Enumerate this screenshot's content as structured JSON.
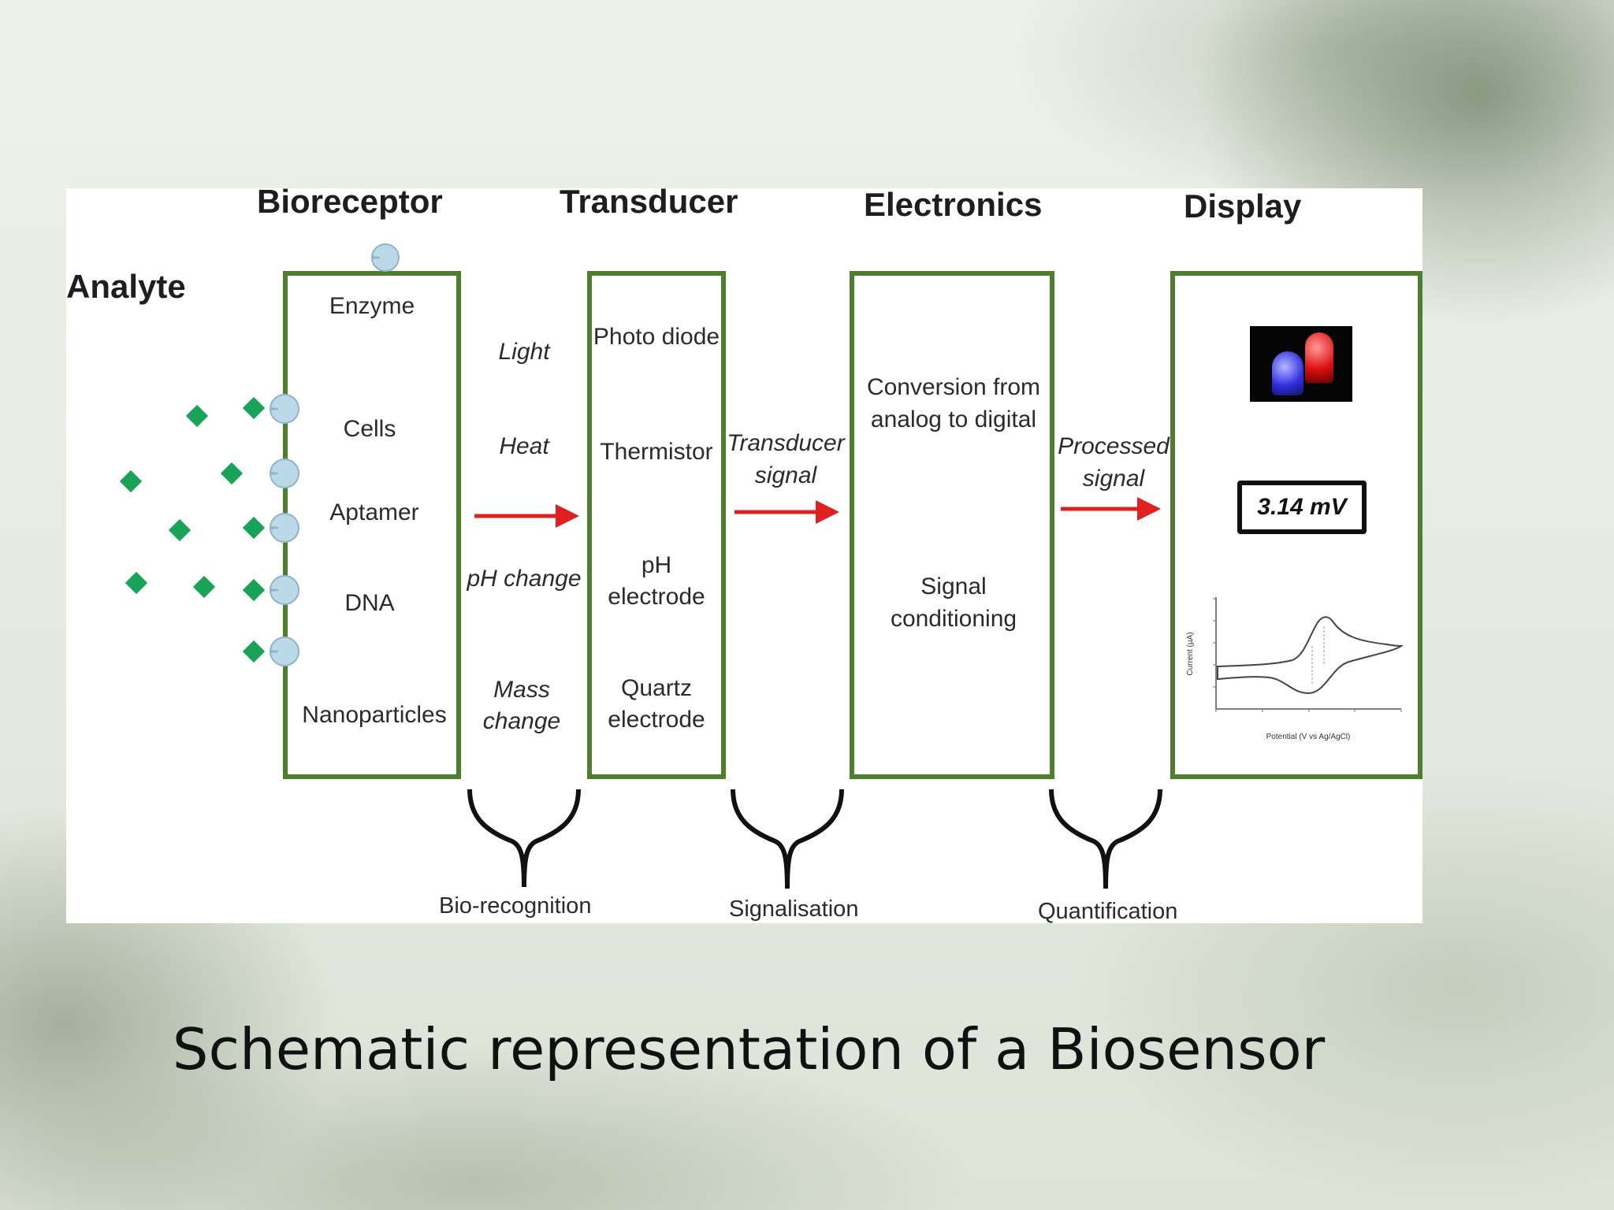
{
  "headers": {
    "analyte": "Analyte",
    "bioreceptor": "Bioreceptor",
    "transducer": "Transducer",
    "electronics": "Electronics",
    "display": "Display"
  },
  "bioreceptor_items": [
    "Enzyme",
    "Cells",
    "Aptamer",
    "DNA",
    "Nanoparticles"
  ],
  "stimuli": {
    "light": "Light",
    "heat": "Heat",
    "ph": "pH change",
    "mass": "Mass change"
  },
  "transducer_items": {
    "photodiode": "Photo diode",
    "thermistor": "Thermistor",
    "ph_electrode": "pH electrode",
    "quartz": "Quartz electrode"
  },
  "signals": {
    "transducer": "Transducer signal",
    "processed": "Processed signal"
  },
  "electronics_items": {
    "conversion": "Conversion from analog to digital",
    "conditioning": "Signal conditioning"
  },
  "display": {
    "readout": "3.14 mV",
    "cv_plot_ylabel": "Current (µA)",
    "cv_plot_xlabel": "Potential (V vs Ag/AgCl)"
  },
  "stages": {
    "biorecognition": "Bio-recognition",
    "signalisation": "Signalisation",
    "quantification": "Quantification"
  },
  "caption": "Schematic representation of a Biosensor",
  "colors": {
    "box_border": "#4f7f2e",
    "arrow": "#e02020",
    "analyte": "#19a357",
    "receptor": "#bcd9ea"
  }
}
